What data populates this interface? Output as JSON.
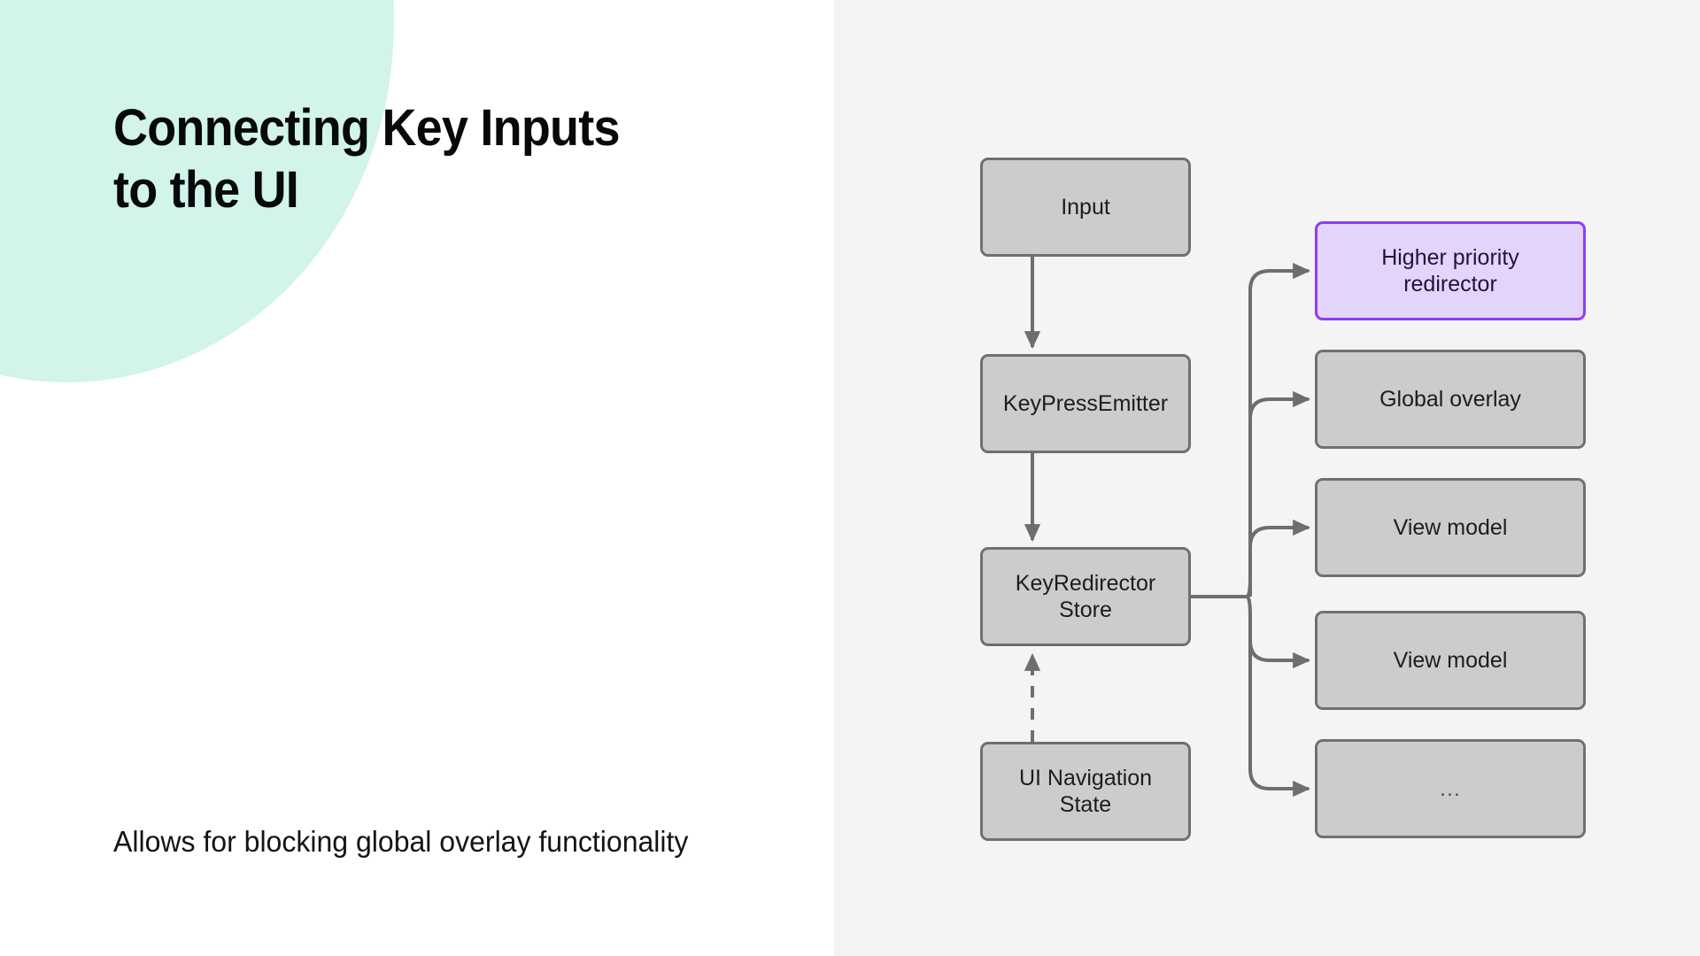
{
  "slide": {
    "title": "Connecting Key Inputs\nto the UI",
    "subtitle": "Allows for blocking global overlay functionality",
    "accent_color": "#d2f4ea",
    "left_background": "#ffffff",
    "right_background": "#f4f4f4"
  },
  "diagram": {
    "node_fill": "#cccccc",
    "node_border": "#707070",
    "highlight_fill": "#e2d4fb",
    "highlight_border": "#8b3dfb",
    "edge_color": "#6e6e6e",
    "pipeline": [
      {
        "id": "input",
        "label": "Input"
      },
      {
        "id": "key-press-emitter",
        "label": "KeyPressEmitter"
      },
      {
        "id": "key-redirector-store",
        "label": "KeyRedirector\nStore"
      },
      {
        "id": "ui-navigation-state",
        "label": "UI Navigation\nState"
      }
    ],
    "consumers": [
      {
        "id": "higher-priority-redirector",
        "label": "Higher priority\nredirector",
        "highlight": true
      },
      {
        "id": "global-overlay",
        "label": "Global overlay",
        "highlight": false
      },
      {
        "id": "view-model-1",
        "label": "View model",
        "highlight": false
      },
      {
        "id": "view-model-2",
        "label": "View model",
        "highlight": false
      },
      {
        "id": "more",
        "label": "…",
        "highlight": false
      }
    ],
    "edges": [
      {
        "from": "input",
        "to": "key-press-emitter",
        "style": "solid"
      },
      {
        "from": "key-press-emitter",
        "to": "key-redirector-store",
        "style": "solid"
      },
      {
        "from": "ui-navigation-state",
        "to": "key-redirector-store",
        "style": "dashed"
      },
      {
        "from": "key-redirector-store",
        "to": "higher-priority-redirector",
        "style": "solid"
      },
      {
        "from": "key-redirector-store",
        "to": "global-overlay",
        "style": "solid"
      },
      {
        "from": "key-redirector-store",
        "to": "view-model-1",
        "style": "solid"
      },
      {
        "from": "key-redirector-store",
        "to": "view-model-2",
        "style": "solid"
      },
      {
        "from": "key-redirector-store",
        "to": "more",
        "style": "solid"
      }
    ]
  }
}
